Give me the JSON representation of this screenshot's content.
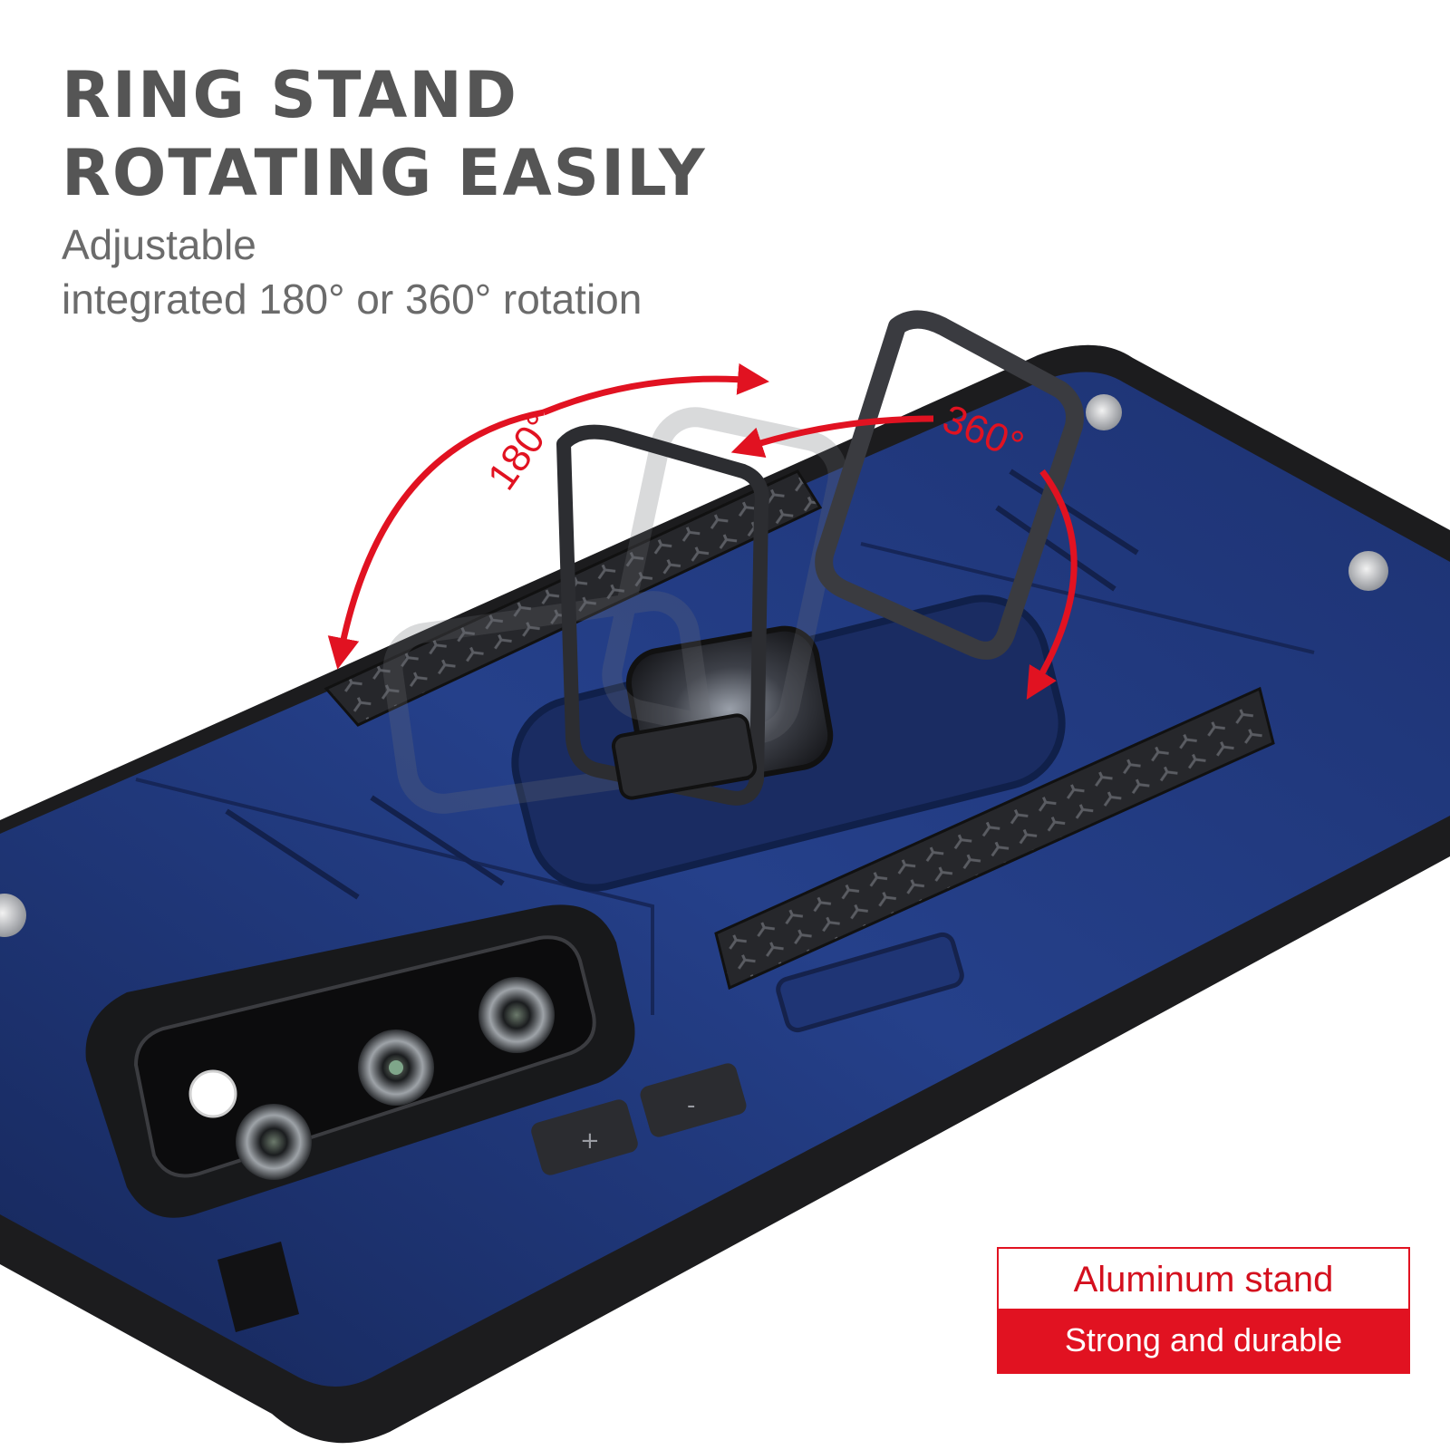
{
  "headline": {
    "line1": "RING STAND",
    "line2": "ROTATING EASILY"
  },
  "subtitle": {
    "line1": "Adjustable",
    "line2": "integrated 180° or 360° rotation"
  },
  "rotation_labels": {
    "left": "180°",
    "right": "360°"
  },
  "buttons": {
    "plus": "+",
    "minus": "-"
  },
  "badge": {
    "top": "Aluminum stand",
    "bottom": "Strong and durable"
  },
  "colors": {
    "accent": "#e11221",
    "case_blue": "#1f3470",
    "bumper": "#1c1c1e",
    "heading": "#555555"
  }
}
